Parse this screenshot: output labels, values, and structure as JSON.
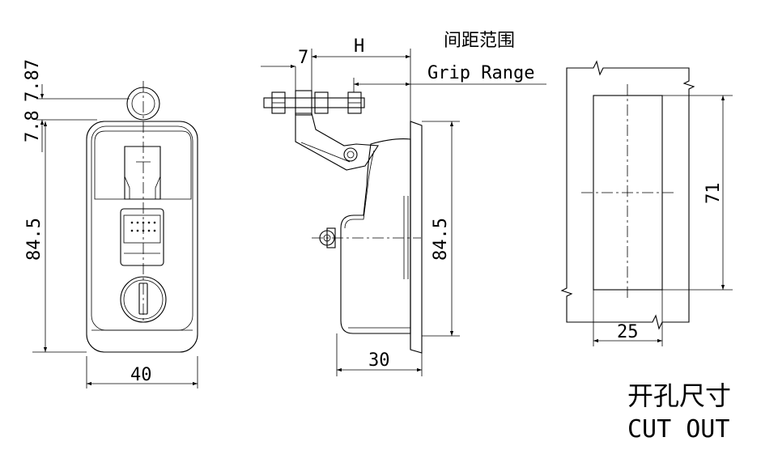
{
  "front_view": {
    "dim_top": "7.87",
    "dim_offset": "7.8",
    "dim_height": "84.5",
    "dim_width": "40"
  },
  "side_view": {
    "dim_7": "7",
    "dim_h": "H",
    "grip_label_cn": "间距范围",
    "grip_label_en": "Grip Range",
    "dim_height": "84.5",
    "dim_depth": "30"
  },
  "cutout_view": {
    "dim_height": "71",
    "dim_width": "25",
    "title_cn": "开孔尺寸",
    "title_en": "CUT OUT"
  }
}
